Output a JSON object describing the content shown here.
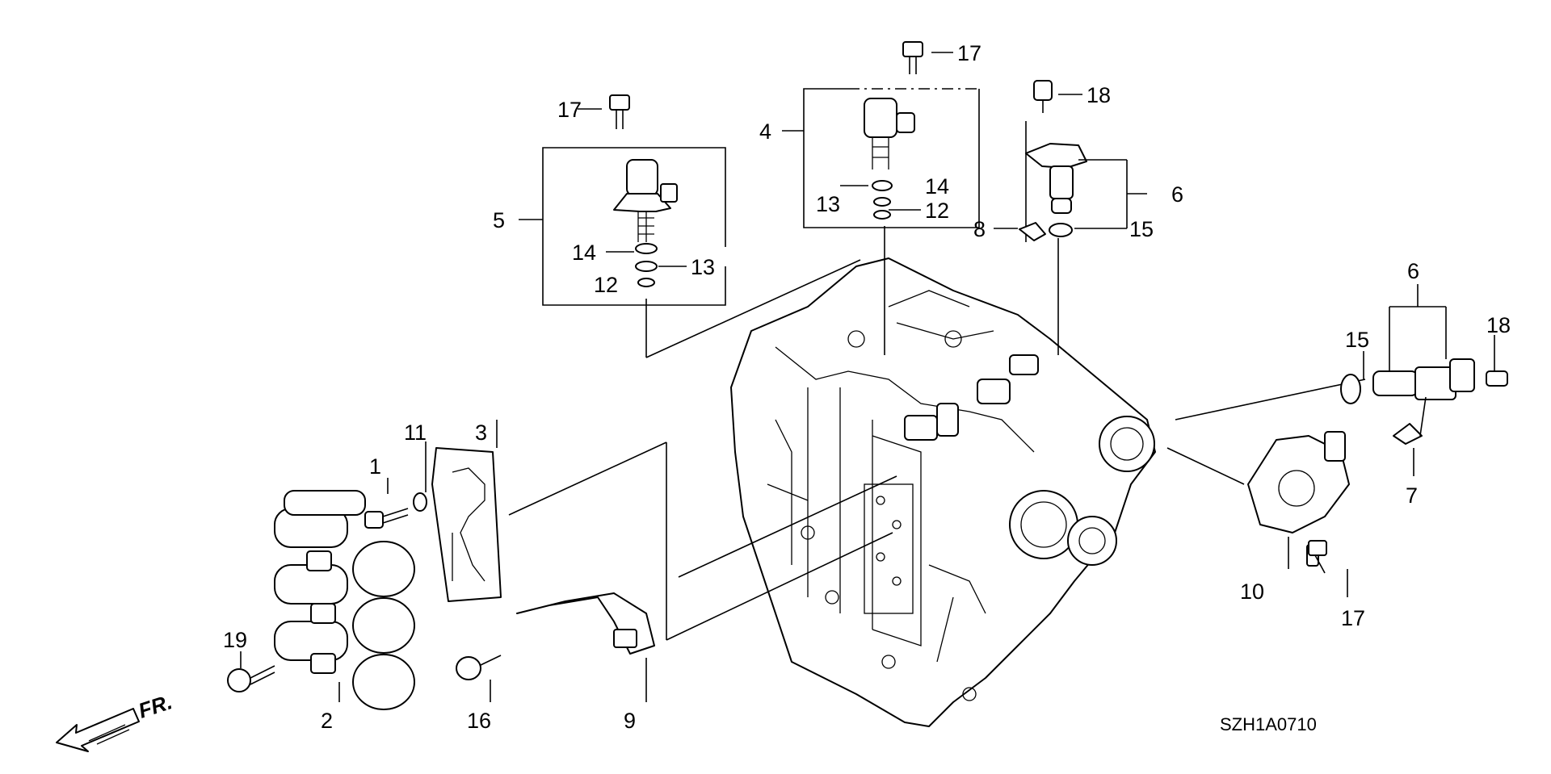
{
  "diagram": {
    "reference_code": "SZH1A0710",
    "front_indicator": "FR.",
    "callouts": {
      "c1": "1",
      "c2": "2",
      "c3": "3",
      "c4": "4",
      "c5": "5",
      "c6a": "6",
      "c6b": "6",
      "c7": "7",
      "c8": "8",
      "c9": "9",
      "c10": "10",
      "c11": "11",
      "c12a": "12",
      "c12b": "12",
      "c13a": "13",
      "c13b": "13",
      "c14a": "14",
      "c14b": "14",
      "c15a": "15",
      "c15b": "15",
      "c16": "16",
      "c17a": "17",
      "c17b": "17",
      "c17c": "17",
      "c18a": "18",
      "c18b": "18",
      "c19": "19"
    }
  }
}
